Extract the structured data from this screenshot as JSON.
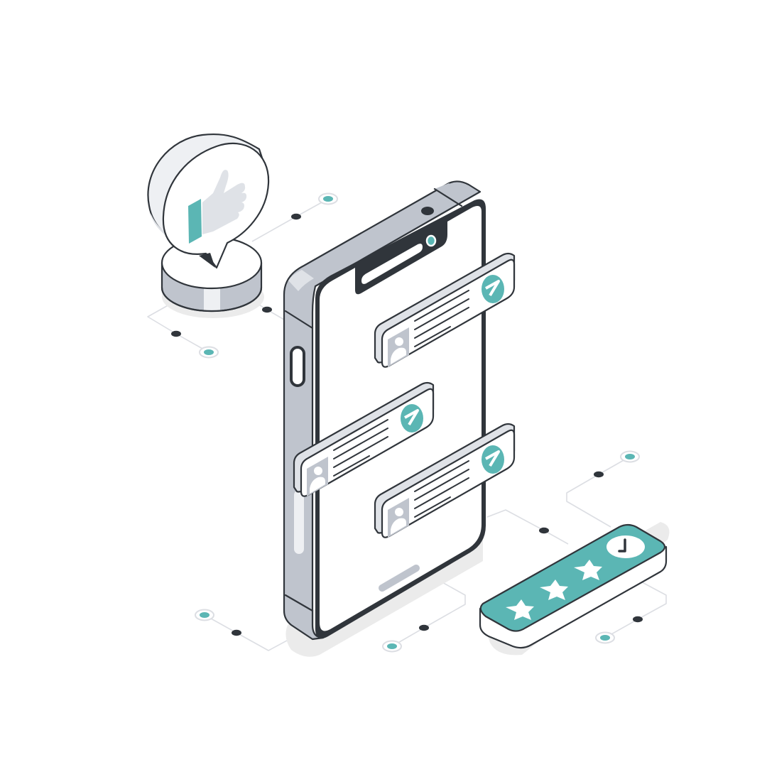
{
  "illustration": {
    "title": "Mobile app reviews and feedback",
    "subject": "smartphone with review notifications, thumbs-up badge and star rating",
    "colors": {
      "accent": "#5bb6b4",
      "ink": "#30353b",
      "metal": "#bfc4cd",
      "metal_light": "#dfe2e7",
      "highlight": "#eef0f3",
      "shadow": "#ebebeb",
      "connector": "#dcdee3",
      "screen": "#ffffff"
    },
    "phone": {
      "label": "smartphone",
      "notch_camera": "camera-icon",
      "home_indicator": "home-bar"
    },
    "review_cards": [
      {
        "id": "review-card-1",
        "avatar_icon": "user-avatar-icon",
        "badge_icon": "send-arrow-icon",
        "text_lines": 4
      },
      {
        "id": "review-card-2",
        "avatar_icon": "user-avatar-icon",
        "badge_icon": "send-arrow-icon",
        "text_lines": 4
      },
      {
        "id": "review-card-3",
        "avatar_icon": "user-avatar-icon",
        "badge_icon": "send-arrow-icon",
        "text_lines": 4
      }
    ],
    "like_badge": {
      "icon": "thumbs-up-icon",
      "shape": "speech-bubble-on-pedestal"
    },
    "rating_bar": {
      "stars_filled": 3,
      "star_icon": "star-icon",
      "extra_icon": "clock-icon"
    },
    "connector_nodes": 8
  }
}
